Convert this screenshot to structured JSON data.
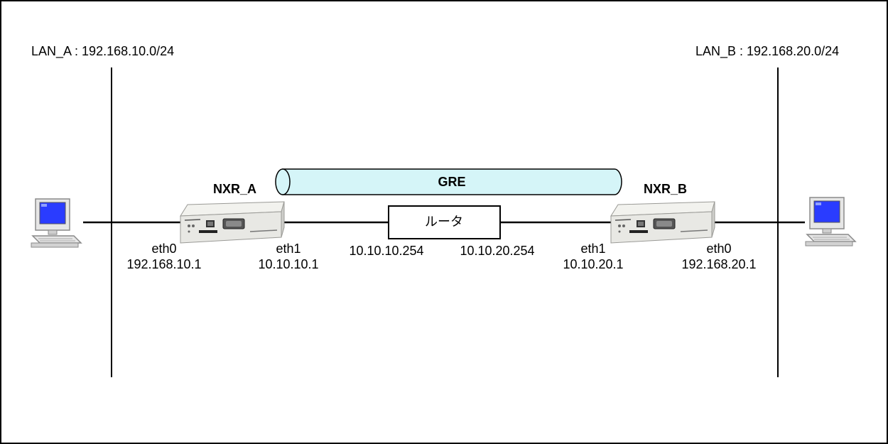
{
  "lan_a": {
    "label": "LAN_A : 192.168.10.0/24"
  },
  "lan_b": {
    "label": "LAN_B : 192.168.20.0/24"
  },
  "tunnel": {
    "label": "GRE",
    "fill": "#d5f5f8"
  },
  "router": {
    "label": "ルータ",
    "left_ip": "10.10.10.254",
    "right_ip": "10.10.20.254"
  },
  "nxr_a": {
    "name": "NXR_A",
    "eth0": {
      "name": "eth0",
      "ip": "192.168.10.1"
    },
    "eth1": {
      "name": "eth1",
      "ip": "10.10.10.1"
    }
  },
  "nxr_b": {
    "name": "NXR_B",
    "eth0": {
      "name": "eth0",
      "ip": "192.168.20.1"
    },
    "eth1": {
      "name": "eth1",
      "ip": "10.10.20.1"
    }
  },
  "colors": {
    "screen": "#2a3cff",
    "device_body": "#e8e8e4",
    "device_edge": "#9a9a96"
  }
}
